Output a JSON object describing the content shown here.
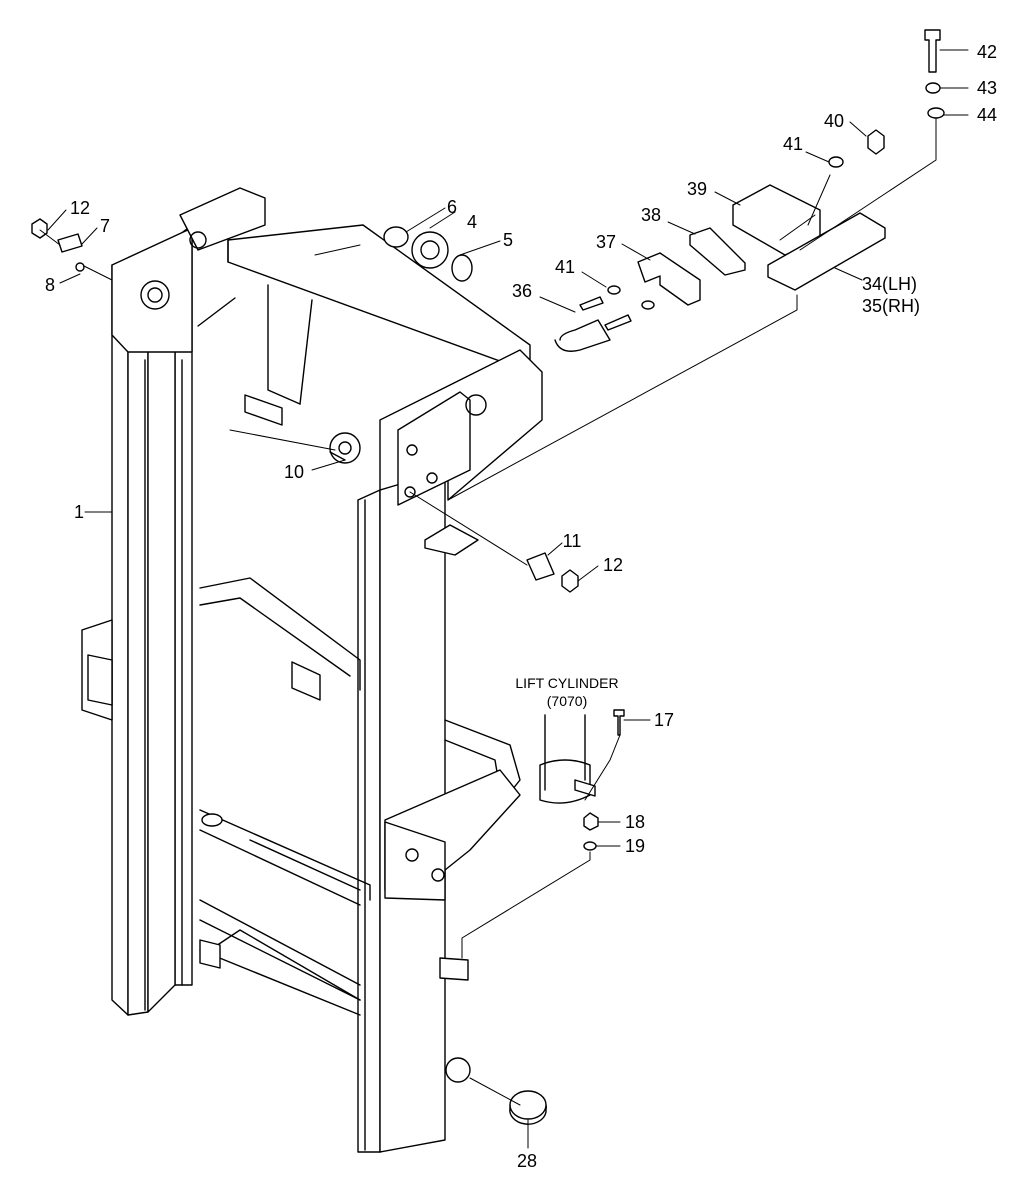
{
  "diagram": {
    "caption": {
      "line1": "LIFT CYLINDER",
      "line2": "(7070)"
    },
    "callouts": [
      "1",
      "4",
      "5",
      "6",
      "7",
      "8",
      "10",
      "11",
      "12",
      "12",
      "17",
      "18",
      "19",
      "28",
      "34(LH)",
      "35(RH)",
      "36",
      "37",
      "38",
      "39",
      "40",
      "41",
      "41",
      "42",
      "43",
      "44"
    ]
  }
}
